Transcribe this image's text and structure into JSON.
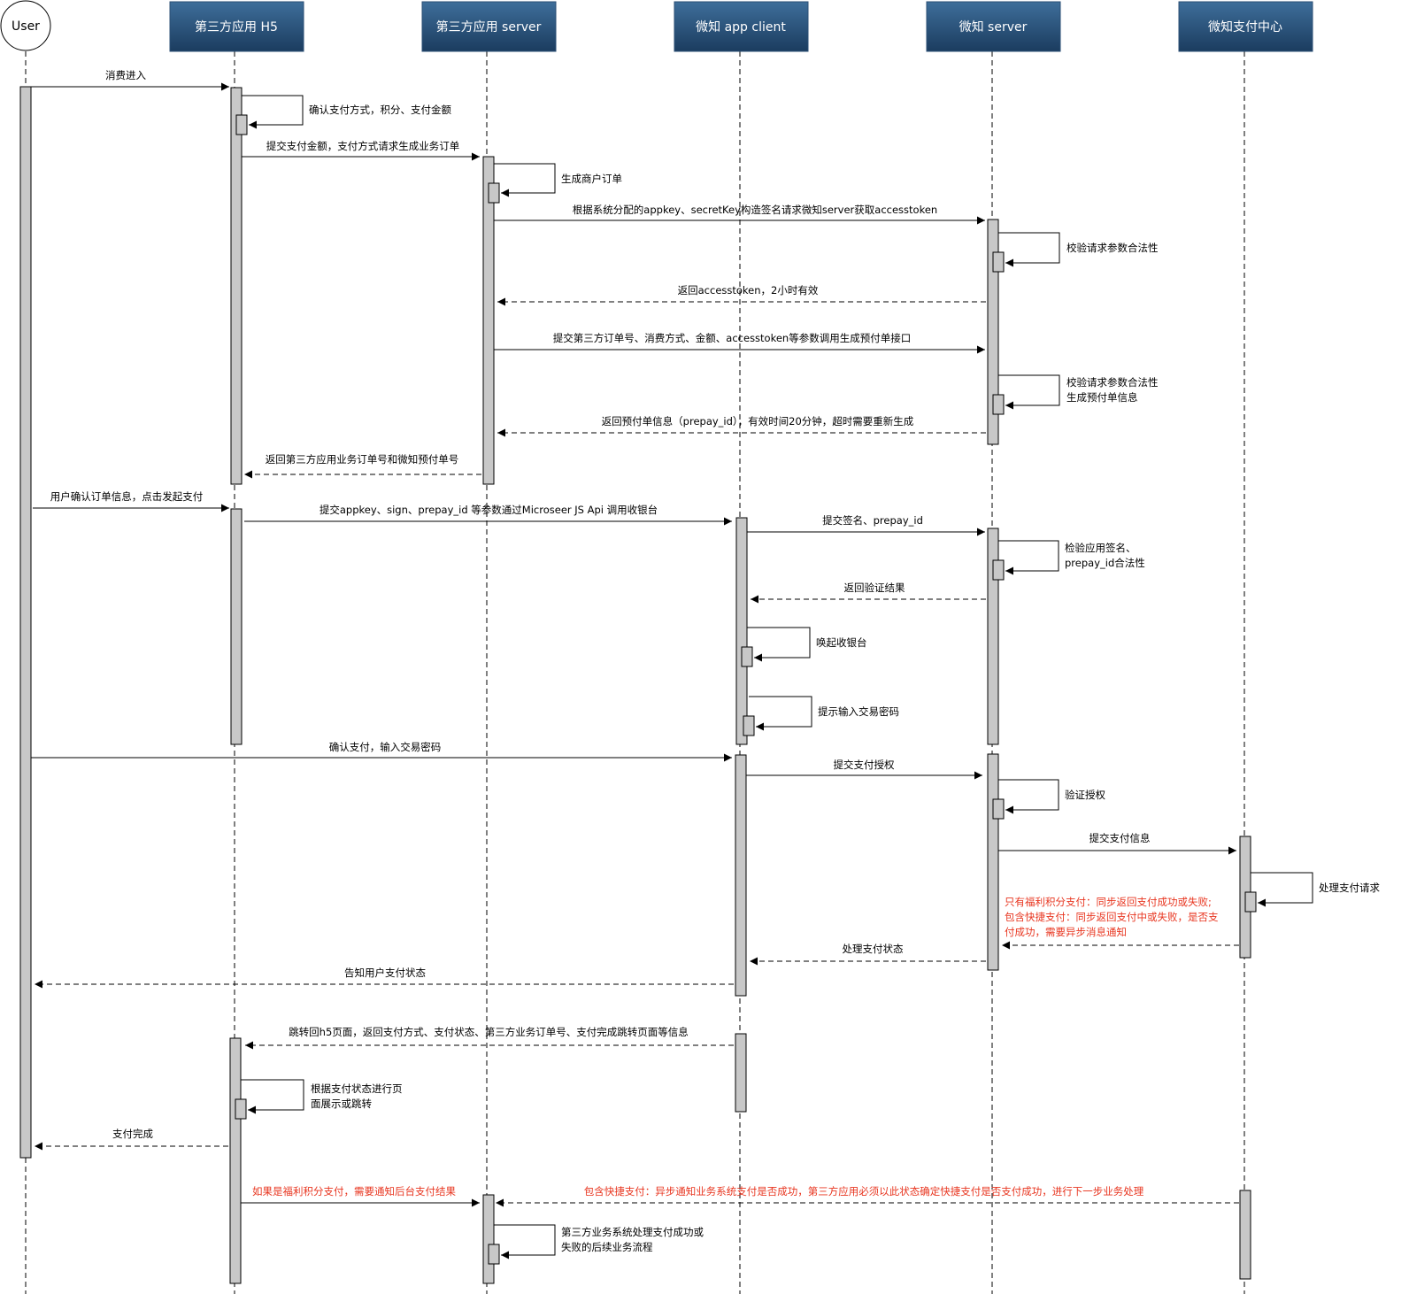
{
  "colors": {
    "header_top": "#3e6e9a",
    "header_bottom": "#1b3c5f",
    "activation": "#c8c8c8",
    "note_red": "#e8351f",
    "line": "#000000"
  },
  "participants": [
    {
      "id": "user",
      "label": "User",
      "shape": "circle"
    },
    {
      "id": "h5",
      "label": "第三方应用 H5",
      "shape": "box"
    },
    {
      "id": "tps",
      "label": "第三方应用 server",
      "shape": "box"
    },
    {
      "id": "wzc",
      "label": "微知 app client",
      "shape": "box"
    },
    {
      "id": "wzs",
      "label": "微知  server",
      "shape": "box"
    },
    {
      "id": "pay",
      "label": "微知支付中心",
      "shape": "box"
    }
  ],
  "messages": [
    {
      "from": "user",
      "to": "h5",
      "label": "消费进入",
      "style": "solid"
    },
    {
      "from": "h5",
      "to": "h5",
      "label": "确认支付方式，积分、支付金额",
      "style": "self"
    },
    {
      "from": "h5",
      "to": "tps",
      "label": "提交支付金额，支付方式请求生成业务订单",
      "style": "solid"
    },
    {
      "from": "tps",
      "to": "tps",
      "label": "生成商户订单",
      "style": "self"
    },
    {
      "from": "tps",
      "to": "wzs",
      "label": "根据系统分配的appkey、secretKey构造签名请求微知server获取accesstoken",
      "style": "solid"
    },
    {
      "from": "wzs",
      "to": "wzs",
      "label": "校验请求参数合法性",
      "style": "self"
    },
    {
      "from": "wzs",
      "to": "tps",
      "label": "返回accesstoken，2小时有效",
      "style": "dashed"
    },
    {
      "from": "tps",
      "to": "wzs",
      "label": "提交第三方订单号、消费方式、金额、accesstoken等参数调用生成预付单接口",
      "style": "solid"
    },
    {
      "from": "wzs",
      "to": "wzs",
      "label": [
        "校验请求参数合法性",
        "生成预付单信息"
      ],
      "style": "self"
    },
    {
      "from": "wzs",
      "to": "tps",
      "label": "返回预付单信息（prepay_id），有效时间20分钟，超时需要重新生成",
      "style": "dashed"
    },
    {
      "from": "tps",
      "to": "h5",
      "label": "返回第三方应用业务订单号和微知预付单号",
      "style": "dashed"
    },
    {
      "from": "user",
      "to": "h5",
      "label": "用户确认订单信息，点击发起支付",
      "style": "solid"
    },
    {
      "from": "h5",
      "to": "wzc",
      "label": "提交appkey、sign、prepay_id 等参数通过Microseer JS Api 调用收银台",
      "style": "solid"
    },
    {
      "from": "wzc",
      "to": "wzs",
      "label": "提交签名、prepay_id",
      "style": "solid"
    },
    {
      "from": "wzs",
      "to": "wzs",
      "label": [
        "检验应用签名、",
        "prepay_id合法性"
      ],
      "style": "self"
    },
    {
      "from": "wzs",
      "to": "wzc",
      "label": "返回验证结果",
      "style": "dashed"
    },
    {
      "from": "wzc",
      "to": "wzc",
      "label": "唤起收银台",
      "style": "self"
    },
    {
      "from": "wzc",
      "to": "wzc",
      "label": "提示输入交易密码",
      "style": "self"
    },
    {
      "from": "user",
      "to": "wzc",
      "label": "确认支付，输入交易密码",
      "style": "solid"
    },
    {
      "from": "wzc",
      "to": "wzs",
      "label": "提交支付授权",
      "style": "solid"
    },
    {
      "from": "wzs",
      "to": "wzs",
      "label": "验证授权",
      "style": "self"
    },
    {
      "from": "wzs",
      "to": "pay",
      "label": "提交支付信息",
      "style": "solid"
    },
    {
      "from": "pay",
      "to": "pay",
      "label": "处理支付请求",
      "style": "self"
    },
    {
      "from": "pay",
      "to": "wzs",
      "label": [
        "只有福利积分支付：同步返回支付成功或失败;",
        "包含快捷支付：同步返回支付中或失败，是否支",
        "付成功，需要异步消息通知"
      ],
      "style": "dashed",
      "color": "red"
    },
    {
      "from": "wzs",
      "to": "wzc",
      "label": "处理支付状态",
      "style": "dashed"
    },
    {
      "from": "wzc",
      "to": "user",
      "label": "告知用户支付状态",
      "style": "dashed"
    },
    {
      "from": "wzc",
      "to": "h5",
      "label": "跳转回h5页面，返回支付方式、支付状态、第三方业务订单号、支付完成跳转页面等信息",
      "style": "dashed"
    },
    {
      "from": "h5",
      "to": "h5",
      "label": [
        "根据支付状态进行页",
        "面展示或跳转"
      ],
      "style": "self"
    },
    {
      "from": "h5",
      "to": "user",
      "label": "支付完成",
      "style": "dashed"
    },
    {
      "from": "h5",
      "to": "tps",
      "label": "如果是福利积分支付，需要通知后台支付结果",
      "style": "solid",
      "color": "red"
    },
    {
      "from": "pay",
      "to": "tps",
      "label": "包含快捷支付：异步通知业务系统支付是否成功，第三方应用必须以此状态确定快捷支付是否支付成功，进行下一步业务处理",
      "style": "dashed",
      "color": "red"
    },
    {
      "from": "tps",
      "to": "tps",
      "label": [
        "第三方业务系统处理支付成功或",
        "失败的后续业务流程"
      ],
      "style": "self"
    }
  ]
}
